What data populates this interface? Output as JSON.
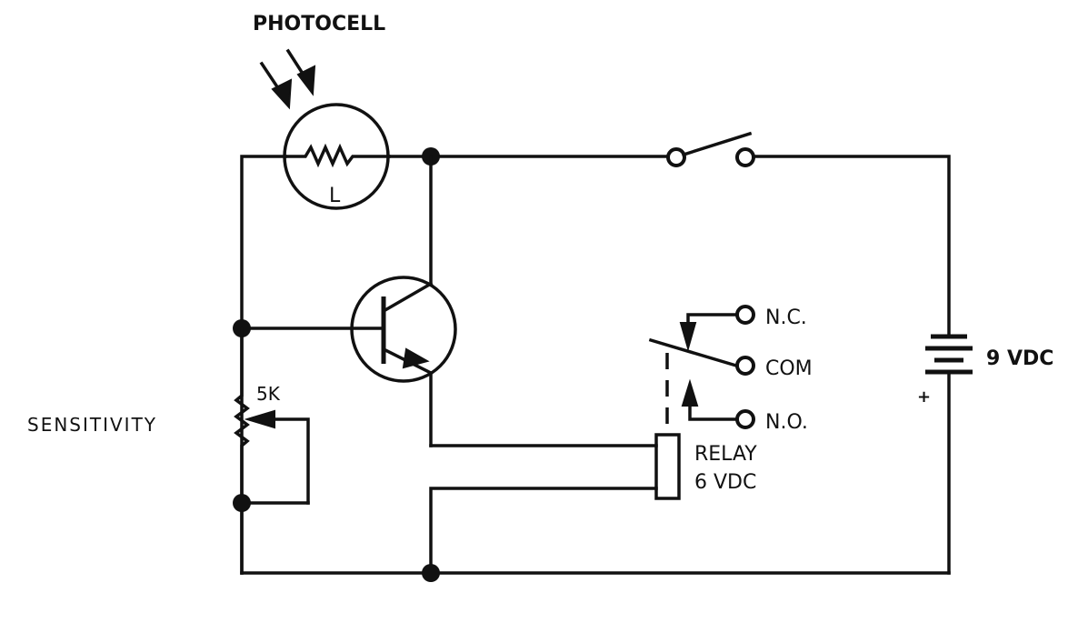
{
  "diagram": {
    "type": "circuit-schematic",
    "components": {
      "photocell": {
        "label": "PHOTOCELL",
        "symbol_letter": "L"
      },
      "potentiometer": {
        "value": "5K",
        "label": "SENSITIVITY"
      },
      "transistor": {
        "type": "PNP"
      },
      "relay": {
        "label_line1": "RELAY",
        "label_line2": "6 VDC",
        "contacts": [
          "N.C.",
          "COM",
          "N.O."
        ]
      },
      "battery": {
        "label": "9 VDC"
      },
      "switch": {
        "type": "SPST"
      }
    }
  }
}
